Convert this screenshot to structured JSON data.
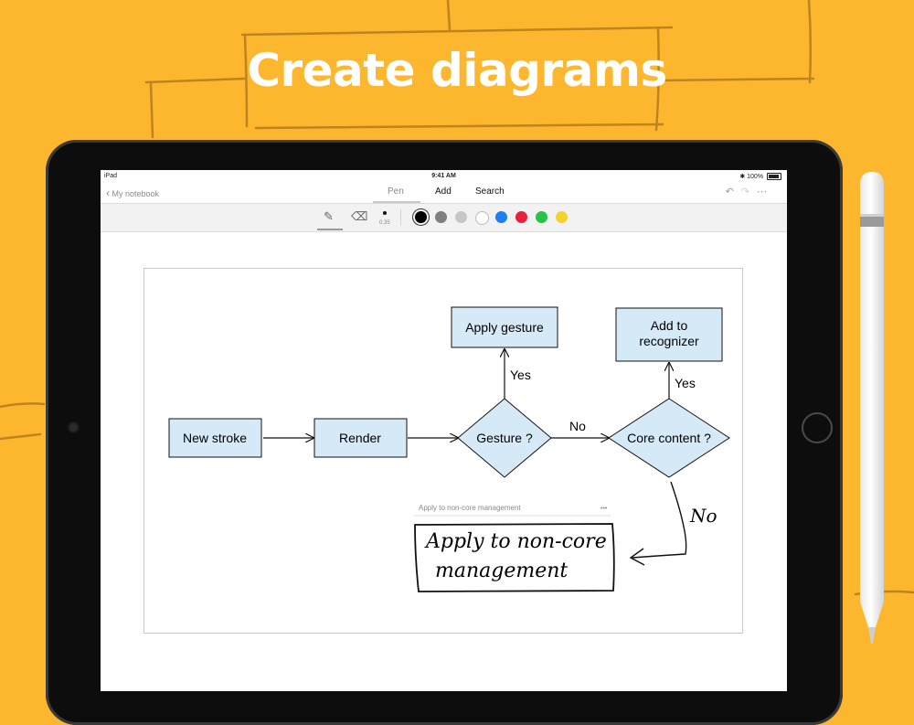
{
  "headline": "Create diagrams",
  "status_bar": {
    "device": "iPad",
    "time": "9:41 AM",
    "battery": "100%"
  },
  "nav": {
    "back_label": "My notebook",
    "tabs": [
      "Pen",
      "Add",
      "Search"
    ],
    "active_tab": "Pen"
  },
  "toolbar": {
    "stroke_size": "0.35",
    "colors": [
      "#000000",
      "#7f7f7f",
      "#c6c6c6",
      "#ffffff",
      "#1e7ff0",
      "#e8203c",
      "#27c24c",
      "#f3d22b"
    ],
    "selected_color": "#000000"
  },
  "diagram": {
    "nodes": {
      "new_stroke": "New stroke",
      "render": "Render",
      "gesture": "Gesture ?",
      "apply_gesture": "Apply gesture",
      "core_content": "Core content ?",
      "add_to_recognizer_line1": "Add to",
      "add_to_recognizer_line2": "recognizer"
    },
    "edge_labels": {
      "gesture_yes": "Yes",
      "gesture_no": "No",
      "core_yes": "Yes",
      "core_no": "No"
    },
    "recognized_text": "Apply to non-core management",
    "recognized_more": "•••",
    "handwritten_line1": "Apply to non-core",
    "handwritten_line2": "management"
  },
  "colors": {
    "background": "#FDB72F",
    "box_fill": "#d5e9f7",
    "ink": "#111111"
  }
}
